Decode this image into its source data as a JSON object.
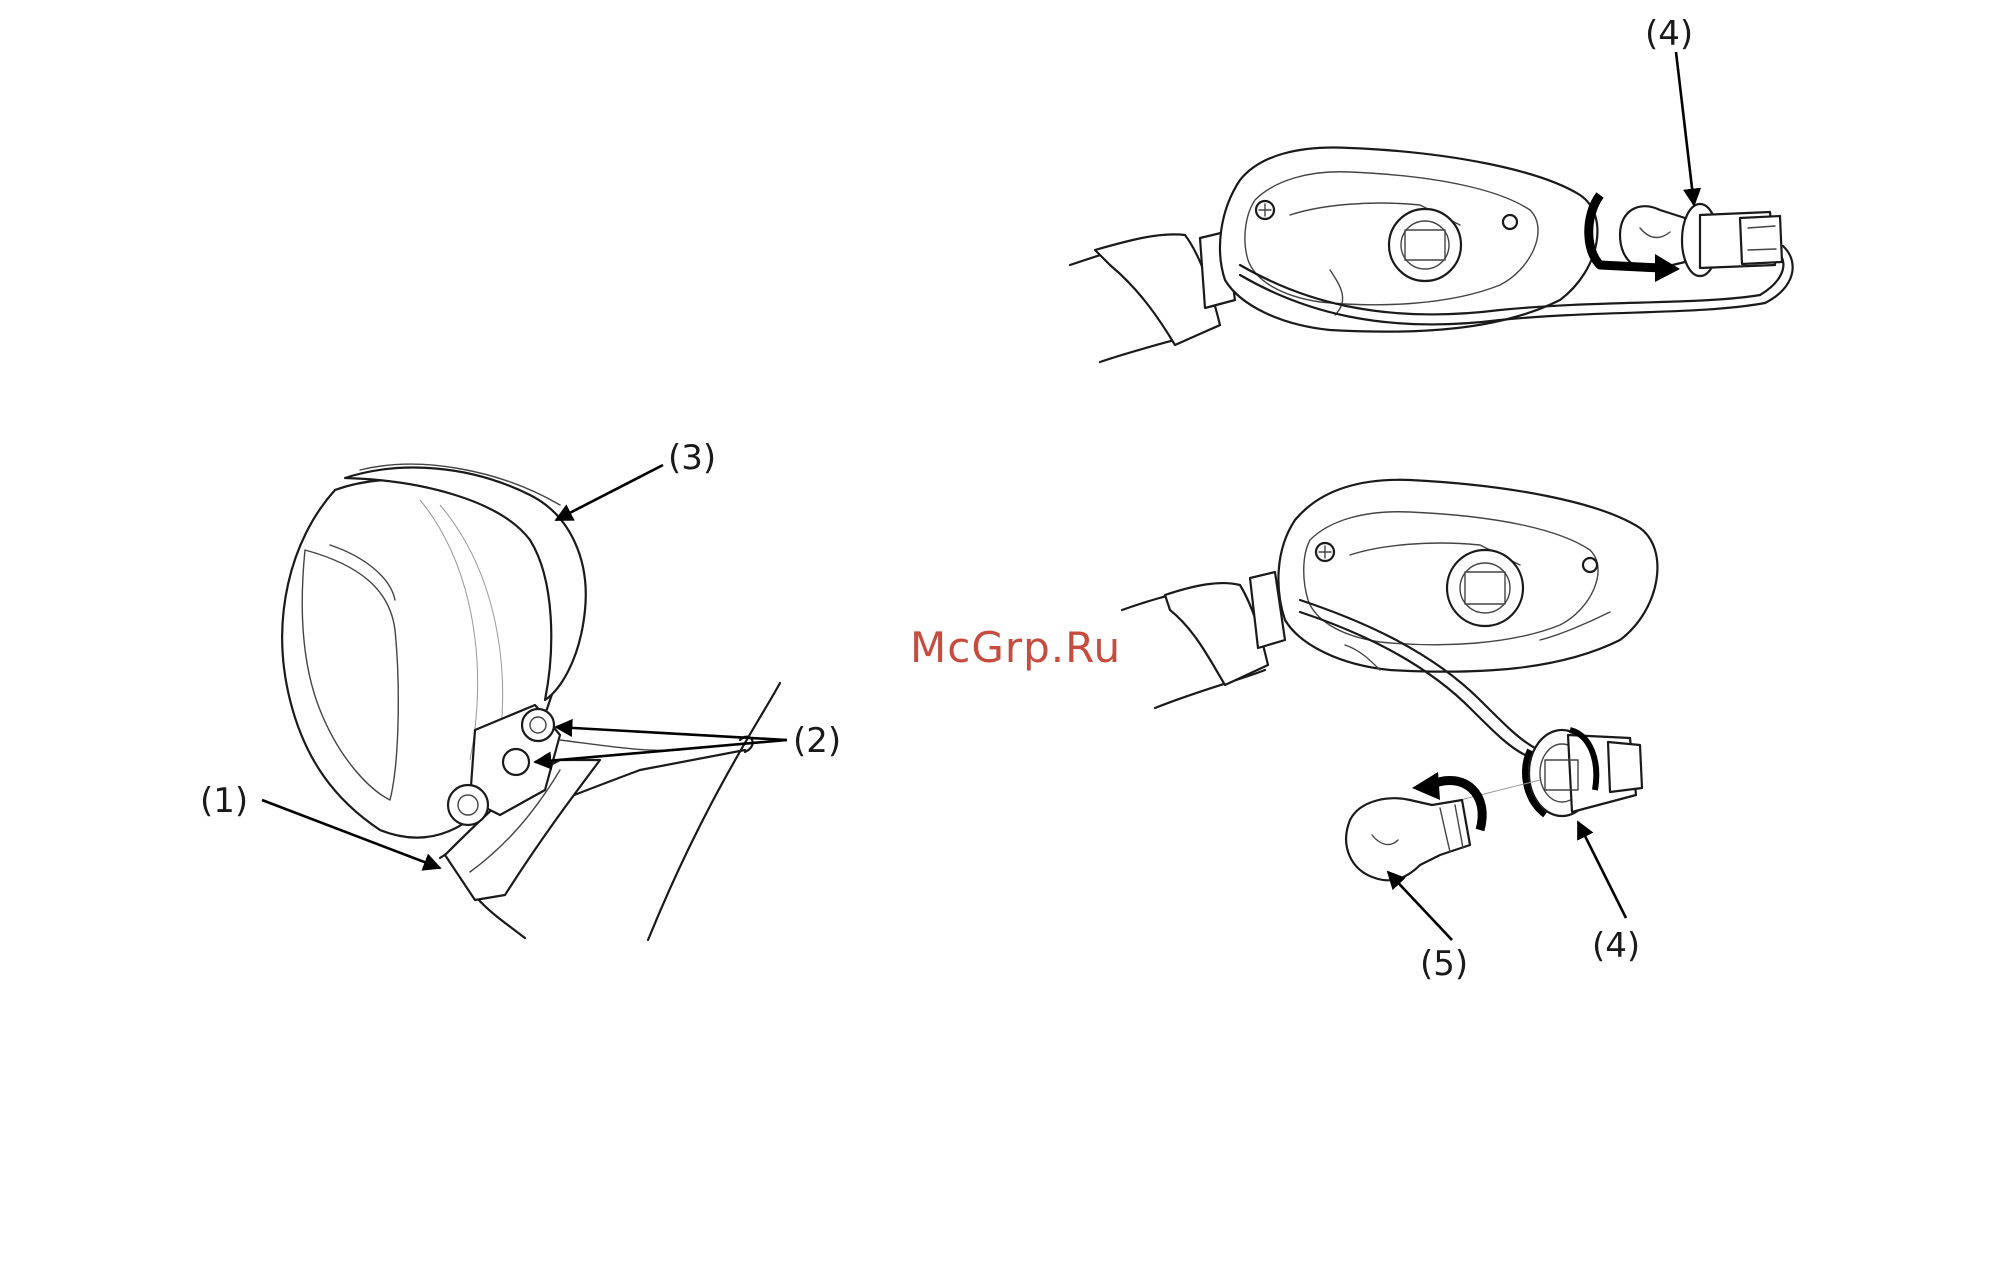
{
  "diagram": {
    "callouts": {
      "c1": "(1)",
      "c2": "(2)",
      "c3": "(3)",
      "c4_top": "(4)",
      "c4_bottom": "(4)",
      "c5": "(5)"
    },
    "watermark": "McGrp.Ru",
    "colors": {
      "line": "#1a1a1a",
      "watermark": "#c0392b"
    }
  }
}
